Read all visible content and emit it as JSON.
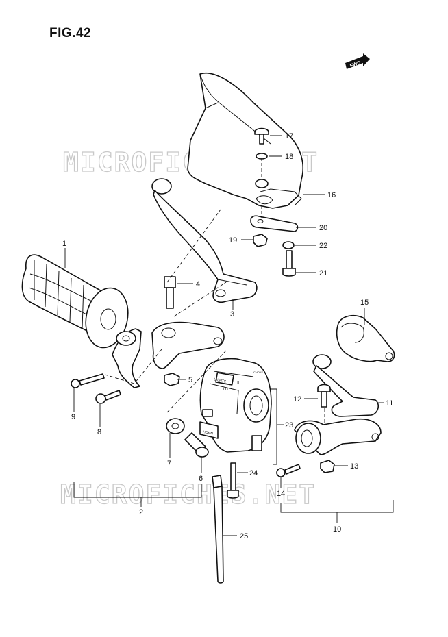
{
  "figure": {
    "title": "FIG.42"
  },
  "watermark": "MICROFICHES.NET",
  "fwd_mark": "FWD",
  "switch_labels": {
    "lights": "LIGHTS",
    "hi": "HI",
    "lo": "LO",
    "horn": "HORN",
    "choke": "CHOKE"
  },
  "callouts": {
    "c1": "1",
    "c2": "2",
    "c3": "3",
    "c4": "4",
    "c5": "5",
    "c6": "6",
    "c7": "7",
    "c8": "8",
    "c9": "9",
    "c10": "10",
    "c11": "11",
    "c12": "12",
    "c13": "13",
    "c14": "14",
    "c15": "15",
    "c16": "16",
    "c17": "17",
    "c18": "18",
    "c19": "19",
    "c20": "20",
    "c21": "21",
    "c22": "22",
    "c23": "23",
    "c24": "24",
    "c25": "25"
  }
}
